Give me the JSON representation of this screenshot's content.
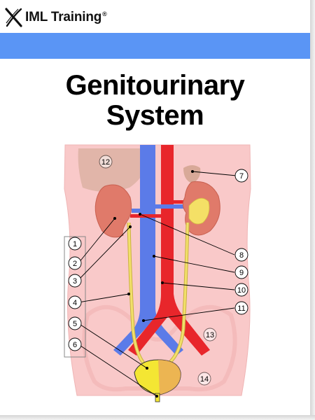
{
  "brand": {
    "name": "IML Training",
    "mark": "®",
    "logo_icon": "iml-x-logo-icon"
  },
  "header": {
    "band_color": "#5a95f5"
  },
  "title": {
    "line1": "Genitourinary",
    "line2": "System"
  },
  "diagram": {
    "callouts": [
      "1",
      "2",
      "3",
      "4",
      "5",
      "6",
      "7",
      "8",
      "9",
      "10",
      "11",
      "12",
      "13",
      "14"
    ],
    "colors": {
      "torso": "#f9c9c9",
      "vein": "#5b7be8",
      "artery": "#e8262b",
      "kidney": "#e07a6a",
      "ureter": "#f2e06a",
      "bladder": "#f4e633"
    }
  }
}
